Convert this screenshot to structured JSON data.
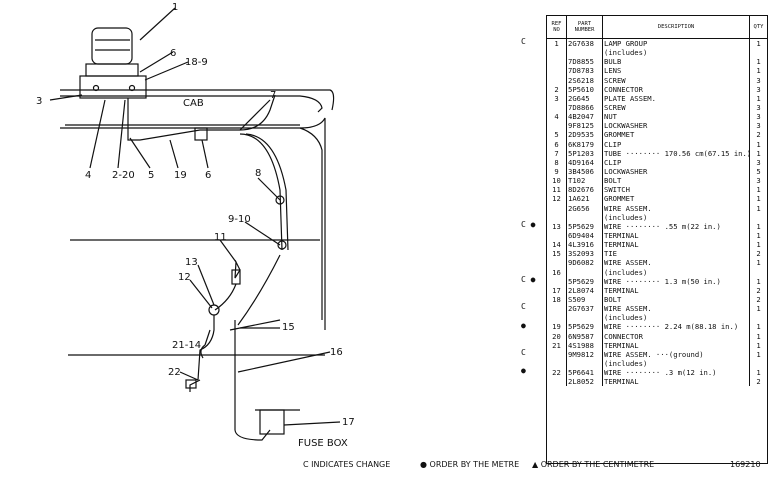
{
  "diagram": {
    "cab_label": "CAB",
    "fuse_box_label": "FUSE BOX",
    "callouts": [
      "1",
      "6",
      "18-9",
      "3",
      "7",
      "4",
      "2-20",
      "5",
      "19",
      "6",
      "8",
      "9-10",
      "11",
      "13",
      "12",
      "15",
      "21-14",
      "16",
      "22",
      "17"
    ]
  },
  "parts_list": {
    "headers": {
      "ref_no": "REF NO",
      "part_number": "PART NUMBER",
      "description": "DESCRIPTION",
      "qty": "QTY"
    },
    "rows": [
      {
        "mark": "C",
        "ref": "1",
        "pn": "2G7638",
        "desc": "LAMP GROUP",
        "qty": "1"
      },
      {
        "mark": "",
        "ref": "",
        "pn": "",
        "desc": "(includes)",
        "qty": ""
      },
      {
        "mark": "",
        "ref": "",
        "pn": "7D8855",
        "desc": "BULB",
        "qty": "1"
      },
      {
        "mark": "",
        "ref": "",
        "pn": "7D8783",
        "desc": "LENS",
        "qty": "1"
      },
      {
        "mark": "",
        "ref": "",
        "pn": "2S6218",
        "desc": "SCREW",
        "qty": "3"
      },
      {
        "mark": "",
        "ref": "2",
        "pn": "5P5610",
        "desc": "CONNECTOR",
        "qty": "3"
      },
      {
        "mark": "",
        "ref": "3",
        "pn": "2G645",
        "desc": "PLATE ASSEM.",
        "qty": "1"
      },
      {
        "mark": "",
        "ref": "",
        "pn": "7D8866",
        "desc": "SCREW",
        "qty": "3"
      },
      {
        "mark": "",
        "ref": "4",
        "pn": "4B2047",
        "desc": "NUT",
        "qty": "3"
      },
      {
        "mark": "",
        "ref": "",
        "pn": "9F8125",
        "desc": "LOCKWASHER",
        "qty": "3"
      },
      {
        "mark": "",
        "ref": "5",
        "pn": "2D9535",
        "desc": "GROMMET",
        "qty": "2"
      },
      {
        "mark": "",
        "ref": "6",
        "pn": "6K8179",
        "desc": "CLIP",
        "qty": "1"
      },
      {
        "mark": "",
        "ref": "7",
        "pn": "5P1203",
        "desc": "TUBE ········ 170.56 cm(67.15 in.)",
        "qty": "1"
      },
      {
        "mark": "",
        "ref": "8",
        "pn": "4D9164",
        "desc": "CLIP",
        "qty": "3"
      },
      {
        "mark": "",
        "ref": "9",
        "pn": "3B4506",
        "desc": "LOCKWASHER",
        "qty": "5"
      },
      {
        "mark": "",
        "ref": "10",
        "pn": "T102",
        "desc": "BOLT",
        "qty": "3"
      },
      {
        "mark": "",
        "ref": "11",
        "pn": "8D2676",
        "desc": "SWITCH",
        "qty": "1"
      },
      {
        "mark": "",
        "ref": "12",
        "pn": "1A621",
        "desc": "GROMMET",
        "qty": "1"
      },
      {
        "mark": "",
        "ref": "",
        "pn": "2G656",
        "desc": "WIRE ASSEM.",
        "qty": "1"
      },
      {
        "mark": "",
        "ref": "",
        "pn": "",
        "desc": "(includes)",
        "qty": ""
      },
      {
        "mark": "C ●",
        "ref": "13",
        "pn": "5P5629",
        "desc": "WIRE ········ .55 m(22 in.)",
        "qty": "1"
      },
      {
        "mark": "",
        "ref": "",
        "pn": "6D9404",
        "desc": "TERMINAL",
        "qty": "1"
      },
      {
        "mark": "",
        "ref": "14",
        "pn": "4L3916",
        "desc": "TERMINAL",
        "qty": "1"
      },
      {
        "mark": "",
        "ref": "15",
        "pn": "3S2093",
        "desc": "TIE",
        "qty": "2"
      },
      {
        "mark": "",
        "ref": "",
        "pn": "9D6082",
        "desc": "WIRE ASSEM.",
        "qty": "1"
      },
      {
        "mark": "",
        "ref": "16",
        "pn": "",
        "desc": "(includes)",
        "qty": ""
      },
      {
        "mark": "C ●",
        "ref": "",
        "pn": "5P5629",
        "desc": "WIRE ········ 1.3 m(50 in.)",
        "qty": "1"
      },
      {
        "mark": "",
        "ref": "17",
        "pn": "2L8074",
        "desc": "TERMINAL",
        "qty": "2"
      },
      {
        "mark": "",
        "ref": "18",
        "pn": "S509",
        "desc": "BOLT",
        "qty": "2"
      },
      {
        "mark": "C",
        "ref": "",
        "pn": "2G7637",
        "desc": "WIRE ASSEM.",
        "qty": "1"
      },
      {
        "mark": "",
        "ref": "",
        "pn": "",
        "desc": "(includes)",
        "qty": ""
      },
      {
        "mark": "●",
        "ref": "19",
        "pn": "5P5629",
        "desc": "WIRE ········ 2.24 m(88.18 in.)",
        "qty": "1"
      },
      {
        "mark": "",
        "ref": "20",
        "pn": "6N9587",
        "desc": "CONNECTOR",
        "qty": "1"
      },
      {
        "mark": "",
        "ref": "21",
        "pn": "4S1988",
        "desc": "TERMINAL",
        "qty": "1"
      },
      {
        "mark": "C",
        "ref": "",
        "pn": "9M9812",
        "desc": "WIRE ASSEM. ···(ground)",
        "qty": "1"
      },
      {
        "mark": "",
        "ref": "",
        "pn": "",
        "desc": "(includes)",
        "qty": ""
      },
      {
        "mark": "●",
        "ref": "22",
        "pn": "5P6641",
        "desc": "WIRE ········ .3 m(12 in.)",
        "qty": "1"
      },
      {
        "mark": "",
        "ref": "",
        "pn": "2L8052",
        "desc": "TERMINAL",
        "qty": "2"
      }
    ]
  },
  "footer": {
    "change": "C INDICATES CHANGE",
    "metre": "● ORDER BY THE METRE",
    "centimetre": "▲ ORDER BY THE CENTIMETRE",
    "code": "169210"
  }
}
